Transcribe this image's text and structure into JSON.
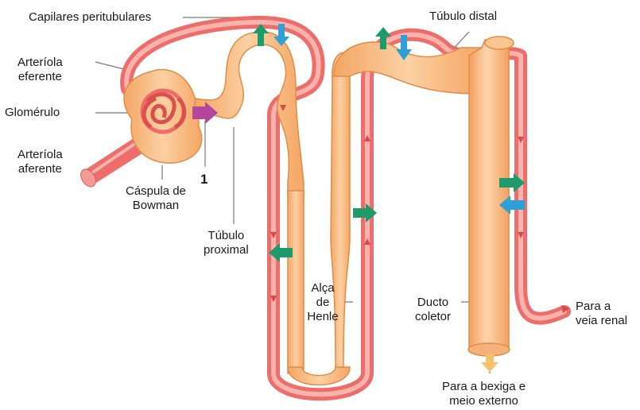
{
  "labels": {
    "capilares": "Capilares peritubulares",
    "arteriola_eferente_1": "Arteríola",
    "arteriola_eferente_2": "eferente",
    "glomerulo": "Glomérulo",
    "arteriola_aferente_1": "Arteríola",
    "arteriola_aferente_2": "aferente",
    "capsula_1": "Cáspula de",
    "capsula_2": "Bowman",
    "numero_1": "1",
    "tubulo_proximal_1": "Túbulo",
    "tubulo_proximal_2": "proximal",
    "alca_1": "Alça",
    "alca_2": "de",
    "alca_3": "Henle",
    "tubulo_distal": "Túbulo distal",
    "ducto_1": "Ducto",
    "ducto_2": "coletor",
    "veia_1": "Para a",
    "veia_2": "veia renal",
    "bexiga_1": "Para a bexiga e",
    "bexiga_2": "meio externo"
  },
  "colors": {
    "tubule": "#f7b77e",
    "tubule_stroke": "#e08c45",
    "vessel": "#ee6d6a",
    "vessel_light": "#f8b3ad",
    "green_arrow": "#1f9a6a",
    "blue_arrow": "#2f9fd8",
    "magenta_arrow": "#b5479b",
    "yellow_arrow": "#f4c26a"
  }
}
